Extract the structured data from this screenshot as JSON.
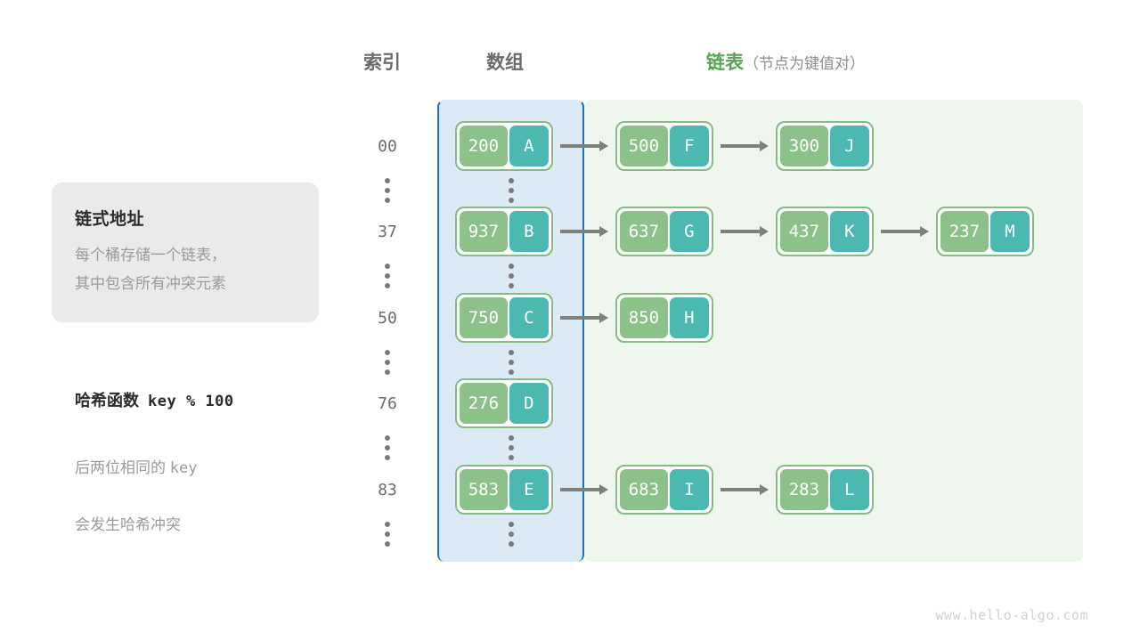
{
  "headers": {
    "index": "索引",
    "array": "数组",
    "list_main": "链表",
    "list_sub": "（节点为键值对）"
  },
  "info_card": {
    "title": "链式地址",
    "body": "每个桶存储一个链表，\n其中包含所有冲突元素"
  },
  "hash_note": {
    "title_label": "哈希函数",
    "title_expr": "key % 100",
    "body_line1": "后两位相同的 ",
    "body_mono": "key",
    "body_line2": "会发生哈希冲突"
  },
  "colors": {
    "array_panel_bg": "#dceaf6",
    "array_panel_border": "#1672c4",
    "list_panel_bg": "#eef6ee",
    "node_border": "#86bb84",
    "node_key_bg": "#8cc189",
    "node_val_bg": "#4cb9b1",
    "arrow": "#7f7f7f",
    "header_green": "#57a455",
    "header_grey": "#6b6b6b",
    "muted_text": "#9a9a9a",
    "watermark": "#d2d2d2"
  },
  "buckets": [
    {
      "index": "00",
      "bucket": {
        "key": "200",
        "value": "A"
      },
      "chain": [
        {
          "key": "500",
          "value": "F"
        },
        {
          "key": "300",
          "value": "J"
        }
      ]
    },
    {
      "index": "37",
      "bucket": {
        "key": "937",
        "value": "B"
      },
      "chain": [
        {
          "key": "637",
          "value": "G"
        },
        {
          "key": "437",
          "value": "K"
        },
        {
          "key": "237",
          "value": "M"
        }
      ]
    },
    {
      "index": "50",
      "bucket": {
        "key": "750",
        "value": "C"
      },
      "chain": [
        {
          "key": "850",
          "value": "H"
        }
      ]
    },
    {
      "index": "76",
      "bucket": {
        "key": "276",
        "value": "D"
      },
      "chain": []
    },
    {
      "index": "83",
      "bucket": {
        "key": "583",
        "value": "E"
      },
      "chain": [
        {
          "key": "683",
          "value": "I"
        },
        {
          "key": "283",
          "value": "L"
        }
      ]
    }
  ],
  "ellipsis_rows": 6,
  "watermark": "www.hello-algo.com"
}
